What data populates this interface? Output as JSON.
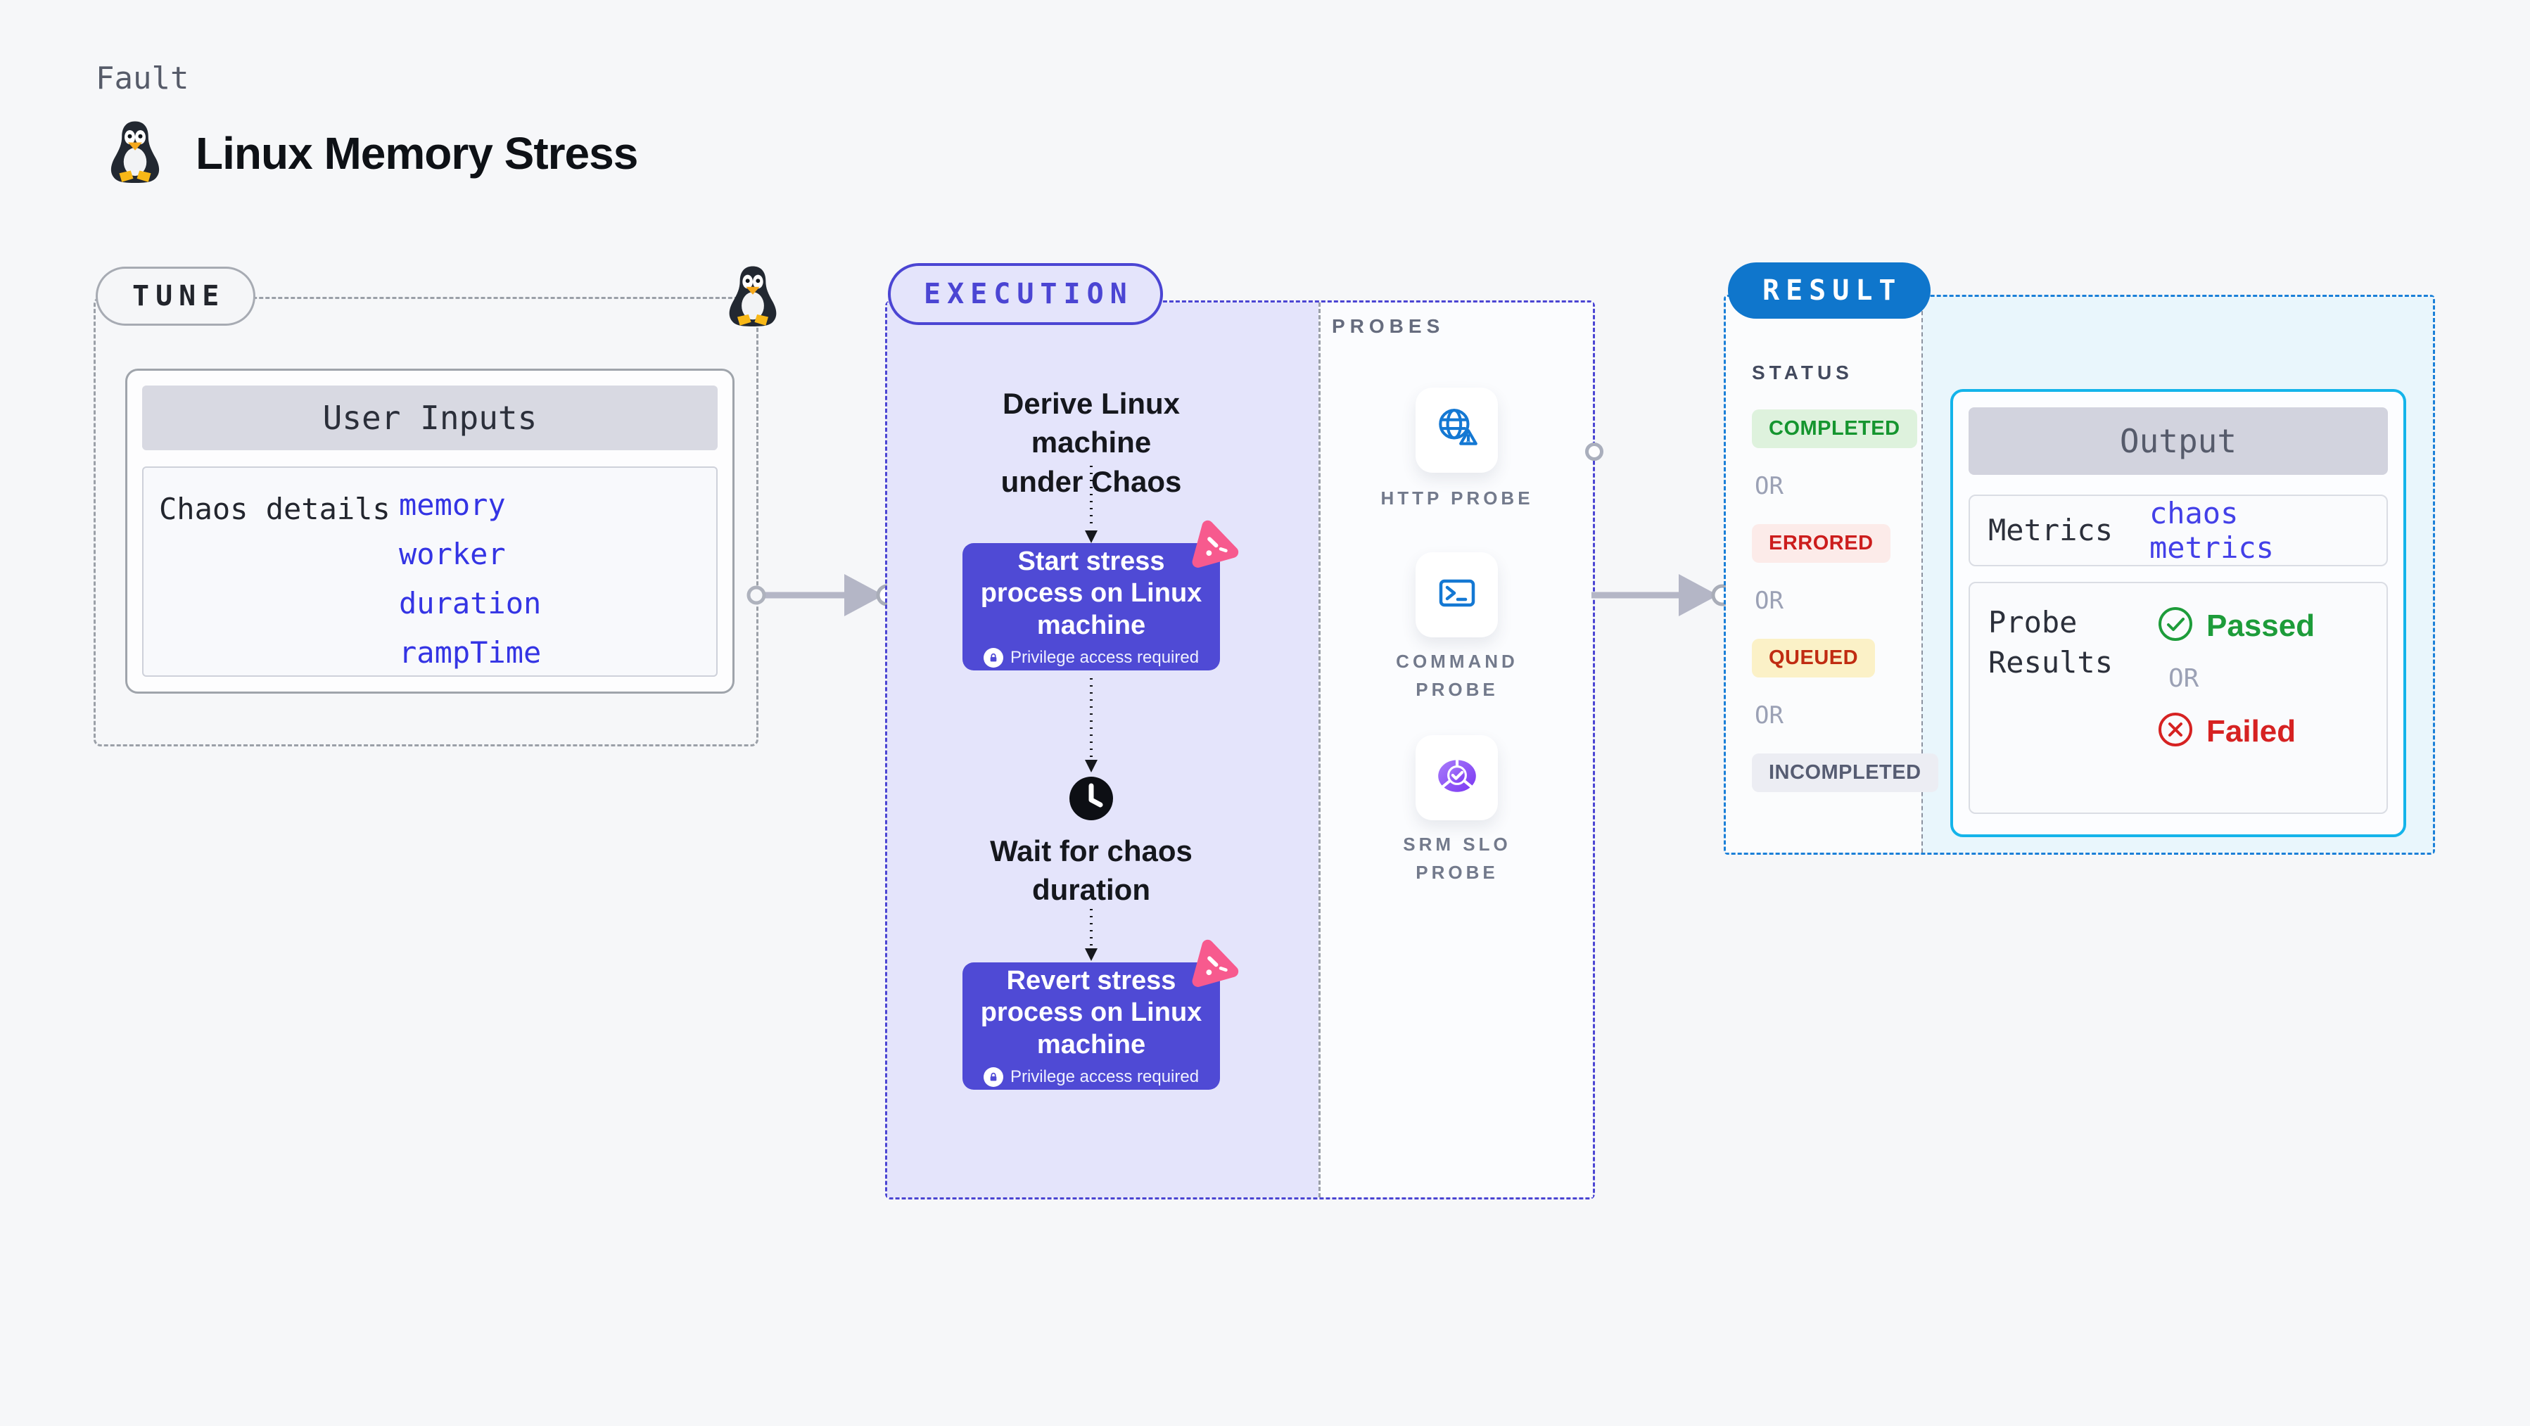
{
  "header": {
    "eyebrow": "Fault",
    "title": "Linux Memory Stress"
  },
  "tune": {
    "pill": "TUNE",
    "card": {
      "header": "User Inputs",
      "row_label": "Chaos details",
      "values": [
        "memory",
        "worker",
        "duration",
        "rampTime"
      ]
    }
  },
  "execution": {
    "pill": "EXECUTION",
    "derive_lines": [
      "Derive Linux machine",
      "under Chaos"
    ],
    "start_node": {
      "lines": [
        "Start stress",
        "process on Linux",
        "machine"
      ],
      "privilege": "Privilege access required"
    },
    "wait_lines": [
      "Wait for chaos",
      "duration"
    ],
    "revert_node": {
      "lines": [
        "Revert stress",
        "process on Linux",
        "machine"
      ],
      "privilege": "Privilege access required"
    }
  },
  "probes": {
    "heading": "PROBES",
    "items": [
      {
        "label": "HTTP PROBE",
        "icon": "http-probe-icon"
      },
      {
        "label": "COMMAND PROBE",
        "icon": "command-probe-icon"
      },
      {
        "label": "SRM SLO PROBE",
        "icon": "srm-slo-probe-icon"
      }
    ]
  },
  "result": {
    "pill": "RESULT",
    "status_heading": "STATUS",
    "or_label": "OR",
    "statuses": [
      {
        "label": "COMPLETED",
        "fg": "#15952f",
        "bg": "#def2dd"
      },
      {
        "label": "ERRORED",
        "fg": "#cc1d1d",
        "bg": "#fcebe9"
      },
      {
        "label": "QUEUED",
        "fg": "#c02c12",
        "bg": "#fbf1c7"
      },
      {
        "label": "INCOMPLETED",
        "fg": "#565c72",
        "bg": "#ecedf3"
      }
    ],
    "output": {
      "header": "Output",
      "metrics_label": "Metrics",
      "metrics_value": "chaos metrics",
      "probe_results_label": "Probe Results",
      "passed_label": "Passed",
      "failed_label": "Failed"
    }
  },
  "colors": {
    "page_bg": "#f6f7f9",
    "accent_indigo": "#4b45d3",
    "lavender_fill": "#e4e4fb",
    "node_purple": "#4f4ad5",
    "pink_badge": "#f75a8e",
    "probe_blue": "#1478d3",
    "srm_purple": "#7a36f2",
    "result_blue_pill": "#0f76cc",
    "result_dashed": "#1b80d8",
    "output_cyan_border": "#14b4ea",
    "metrics_indigo": "#4340e8",
    "passed_green": "#1d9c3a",
    "failed_red": "#d62222",
    "arrow_gray": "#b4b6c6"
  }
}
